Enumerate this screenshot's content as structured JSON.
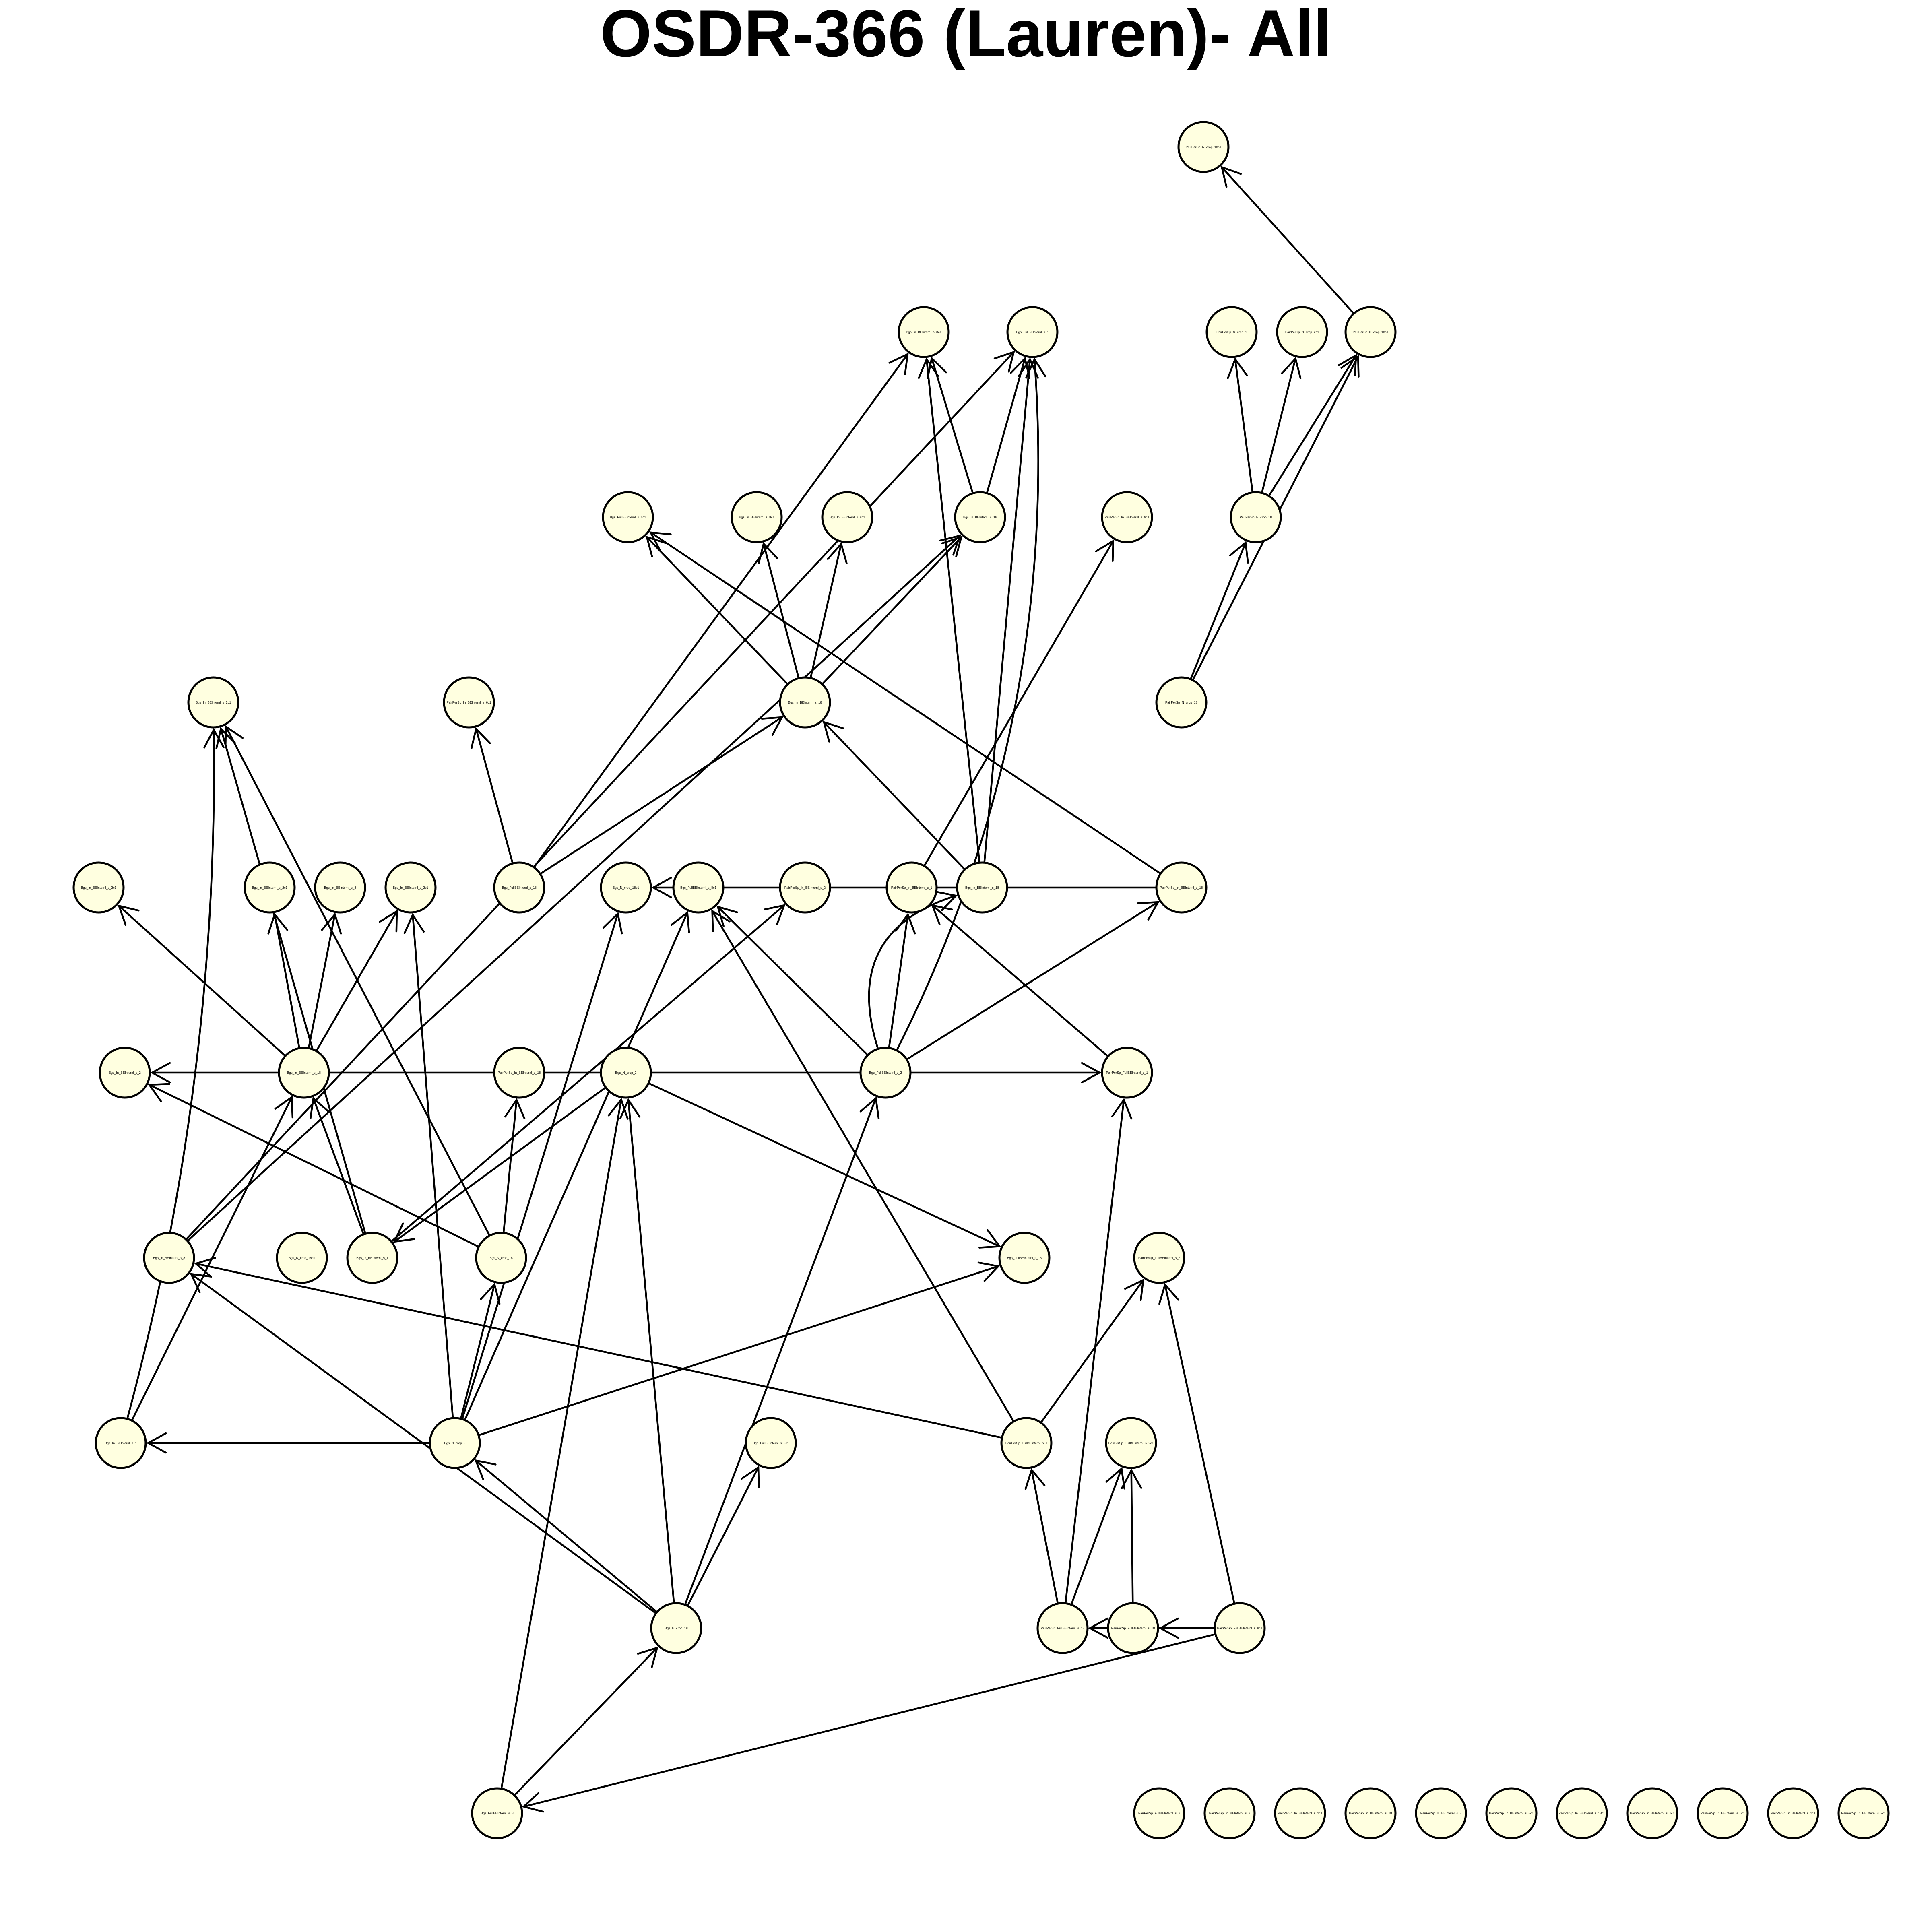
{
  "title": "OSDR-366 (Lauren)- All",
  "colors": {
    "node_fill": "#ffffe0",
    "node_stroke": "#000000",
    "edge": "#000000",
    "background": "#ffffff"
  },
  "nodes": [
    {
      "id": "n1",
      "label": "PairPerSp_N_crop_18c1"
    },
    {
      "id": "n2",
      "label": "Bgs_In_BEInternl_s_8c1"
    },
    {
      "id": "n3",
      "label": "Bgs_FullBEInternl_s_1"
    },
    {
      "id": "n4",
      "label": "PairPerSp_N_crop_1"
    },
    {
      "id": "n5",
      "label": "PairPerSp_N_crop_2c1"
    },
    {
      "id": "n6",
      "label": "PairPerSp_N_crop_18c1"
    },
    {
      "id": "n7",
      "label": "Bgs_FullBEInternl_s_6c1"
    },
    {
      "id": "n8",
      "label": "Bgs_In_BEInternl_s_8c1"
    },
    {
      "id": "n9",
      "label": "Bgs_In_BEInternl_s_8c1"
    },
    {
      "id": "n10",
      "label": "Bgs_In_BEInternl_s_18"
    },
    {
      "id": "n11",
      "label": "PairPerSp_In_BEInternl_s_9c1"
    },
    {
      "id": "n12",
      "label": "PairPerSp_N_crop_18"
    },
    {
      "id": "n13",
      "label": "Bgs_In_BEInternl_s_2c1"
    },
    {
      "id": "n14",
      "label": "PairPerSp_In_BEInternl_s_6c1"
    },
    {
      "id": "n15",
      "label": "Bgs_In_BEInternl_s_18"
    },
    {
      "id": "n16",
      "label": "PairPerSp_N_crop_18"
    },
    {
      "id": "n17",
      "label": "Bgs_In_BEInternl_s_2c1"
    },
    {
      "id": "n18",
      "label": "Bgs_In_BEInternl_s_2c1"
    },
    {
      "id": "n19",
      "label": "Bgs_In_BEInternl_s_8"
    },
    {
      "id": "n20",
      "label": "Bgs_In_BEInternl_s_2c1"
    },
    {
      "id": "n21",
      "label": "Bgs_FullBEInternl_s_18"
    },
    {
      "id": "n22",
      "label": "Bgs_N_crop_18c1"
    },
    {
      "id": "n23",
      "label": "Bgs_FullBEInternl_s_8c1"
    },
    {
      "id": "n24",
      "label": "PairPerSp_In_BEInternl_s_2"
    },
    {
      "id": "n25",
      "label": "PairPerSp_In_BEInternl_s_1"
    },
    {
      "id": "n26",
      "label": "Bgs_In_BEInternl_s_18"
    },
    {
      "id": "n27",
      "label": "PairPerSp_In_BEInternl_s_18"
    },
    {
      "id": "n28",
      "label": "Bgs_In_BEInternl_s_2"
    },
    {
      "id": "n29",
      "label": "Bgs_In_BEInternl_s_18"
    },
    {
      "id": "n30",
      "label": "PairPerSp_In_BEInternl_s_18"
    },
    {
      "id": "n31",
      "label": "Bgs_N_crop_2"
    },
    {
      "id": "n32",
      "label": "Bgs_FullBEInternl_s_2"
    },
    {
      "id": "n33",
      "label": "PairPerSp_FullBEInternl_s_1"
    },
    {
      "id": "n34",
      "label": "Bgs_In_BEInternl_s_8"
    },
    {
      "id": "n35",
      "label": "Bgs_N_crop_18c1"
    },
    {
      "id": "n36",
      "label": "Bgs_In_BEInternl_s_1"
    },
    {
      "id": "n37",
      "label": "Bgs_N_crop_18"
    },
    {
      "id": "n38",
      "label": "Bgs_FullBEInternl_s_18"
    },
    {
      "id": "n39",
      "label": "PairPerSp_FullBEInternl_s_2"
    },
    {
      "id": "n40",
      "label": "Bgs_In_BEInternl_s_1"
    },
    {
      "id": "n41",
      "label": "Bgs_N_crop_2"
    },
    {
      "id": "n42",
      "label": "Bgs_FullBEInternl_s_2c1"
    },
    {
      "id": "n43",
      "label": "PairPerSp_FullBEInternl_s_1"
    },
    {
      "id": "n44",
      "label": "PairPerSp_FullBEInternl_s_2c1"
    },
    {
      "id": "n45",
      "label": "Bgs_N_crop_18"
    },
    {
      "id": "n46",
      "label": "PairPerSp_FullBEInternl_s_18"
    },
    {
      "id": "n47",
      "label": "PairPerSp_FullBEInternl_s_18"
    },
    {
      "id": "n48",
      "label": "PairPerSp_FullBEInternl_s_8c1"
    },
    {
      "id": "n49",
      "label": "Bgs_FullBEInternl_s_8"
    },
    {
      "id": "n50",
      "label": "PairPerSp_FullBEInternl_s_8"
    },
    {
      "id": "n51",
      "label": "PairPerSp_In_BEInternl_s_2"
    },
    {
      "id": "n52",
      "label": "PairPerSp_In_BEInternl_s_2c1"
    },
    {
      "id": "n53",
      "label": "PairPerSp_In_BEInternl_s_18"
    },
    {
      "id": "n54",
      "label": "PairPerSp_In_BEInternl_s_8"
    },
    {
      "id": "n55",
      "label": "PairPerSp_In_BEInternl_s_8c1"
    },
    {
      "id": "n56",
      "label": "PairPerSp_In_BEInternl_s_18c1"
    },
    {
      "id": "n57",
      "label": "PairPerSp_In_BEInternl_s_1c1"
    },
    {
      "id": "n58",
      "label": "PairPerSp_In_BEInternl_s_6c1"
    },
    {
      "id": "n59",
      "label": "PairPerSp_In_BEInternl_s_1c1"
    },
    {
      "id": "n60",
      "label": "PairPerSp_In_BEInternl_s_2c1"
    }
  ],
  "edges": [
    [
      "n6",
      "n1"
    ],
    [
      "n12",
      "n4"
    ],
    [
      "n12",
      "n5"
    ],
    [
      "n12",
      "n6"
    ],
    [
      "n16",
      "n6"
    ],
    [
      "n16",
      "n12"
    ],
    [
      "n25",
      "n11"
    ],
    [
      "n33",
      "n25"
    ],
    [
      "n10",
      "n2"
    ],
    [
      "n10",
      "n3"
    ],
    [
      "n26",
      "n2"
    ],
    [
      "n26",
      "n3"
    ],
    [
      "n34",
      "n3"
    ],
    [
      "n34",
      "n10"
    ],
    [
      "n15",
      "n7"
    ],
    [
      "n15",
      "n8"
    ],
    [
      "n15",
      "n9"
    ],
    [
      "n15",
      "n10"
    ],
    [
      "n21",
      "n2"
    ],
    [
      "n21",
      "n14"
    ],
    [
      "n21",
      "n15"
    ],
    [
      "n26",
      "n15"
    ],
    [
      "n27",
      "n7"
    ],
    [
      "n27",
      "n22"
    ],
    [
      "n37",
      "n13"
    ],
    [
      "n37",
      "n28"
    ],
    [
      "n37",
      "n30"
    ],
    [
      "n29",
      "n17"
    ],
    [
      "n29",
      "n18"
    ],
    [
      "n29",
      "n19"
    ],
    [
      "n29",
      "n20"
    ],
    [
      "n36",
      "n13"
    ],
    [
      "n36",
      "n24"
    ],
    [
      "n36",
      "n29"
    ],
    [
      "n40",
      "n13"
    ],
    [
      "n40",
      "n29"
    ],
    [
      "n41",
      "n38"
    ],
    [
      "n41",
      "n40"
    ],
    [
      "n41",
      "n37"
    ],
    [
      "n41",
      "n23"
    ],
    [
      "n41",
      "n20"
    ],
    [
      "n41",
      "n22"
    ],
    [
      "n45",
      "n41"
    ],
    [
      "n45",
      "n42"
    ],
    [
      "n45",
      "n32"
    ],
    [
      "n45",
      "n34"
    ],
    [
      "n45",
      "n31"
    ],
    [
      "n32",
      "n26"
    ],
    [
      "n32",
      "n33"
    ],
    [
      "n32",
      "n3"
    ],
    [
      "n32",
      "n27"
    ],
    [
      "n32",
      "n25"
    ],
    [
      "n32",
      "n28"
    ],
    [
      "n32",
      "n23"
    ],
    [
      "n43",
      "n23"
    ],
    [
      "n43",
      "n34"
    ],
    [
      "n43",
      "n39"
    ],
    [
      "n46",
      "n43"
    ],
    [
      "n46",
      "n44"
    ],
    [
      "n46",
      "n33"
    ],
    [
      "n47",
      "n44"
    ],
    [
      "n48",
      "n46"
    ],
    [
      "n48",
      "n47"
    ],
    [
      "n48",
      "n49"
    ],
    [
      "n48",
      "n39"
    ],
    [
      "n49",
      "n31"
    ],
    [
      "n49",
      "n45"
    ],
    [
      "n31",
      "n36"
    ],
    [
      "n31",
      "n38"
    ]
  ]
}
